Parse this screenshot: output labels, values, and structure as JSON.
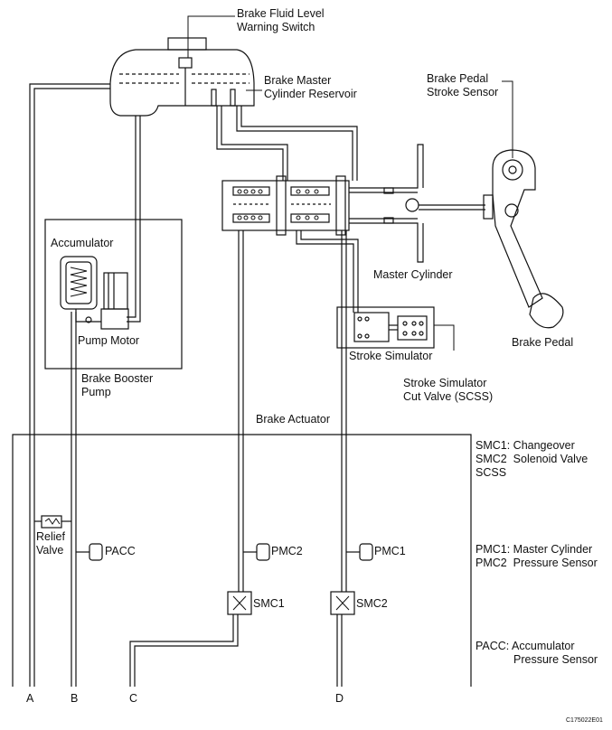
{
  "labels": {
    "fluid_switch": [
      "Brake Fluid Level",
      "Warning Switch"
    ],
    "reservoir": [
      "Brake Master",
      "Cylinder Reservoir"
    ],
    "stroke_sensor": [
      "Brake Pedal",
      "Stroke Sensor"
    ],
    "accumulator": "Accumulator",
    "pump_motor": "Pump Motor",
    "booster_pump": [
      "Brake Booster",
      "Pump"
    ],
    "master_cylinder": "Master Cylinder",
    "brake_pedal": "Brake Pedal",
    "stroke_simulator": "Stroke Simulator",
    "scss_valve": [
      "Stroke Simulator",
      "Cut Valve (SCSS)"
    ],
    "brake_actuator": "Brake Actuator",
    "relief_valve": [
      "Relief",
      "Valve"
    ],
    "pacc": "PACC",
    "pmc2": "PMC2",
    "pmc1": "PMC1",
    "smc1": "SMC1",
    "smc2": "SMC2"
  },
  "legend": {
    "solenoid": [
      "SMC1: Changeover",
      "SMC2  Solenoid Valve",
      "SCSS"
    ],
    "pressure": [
      "PMC1: Master Cylinder",
      "PMC2  Pressure Sensor"
    ],
    "pacc": [
      "PACC: Accumulator",
      "Pressure Sensor"
    ]
  },
  "ports": [
    "A",
    "B",
    "C",
    "D"
  ],
  "figure_code": "C175022E01"
}
